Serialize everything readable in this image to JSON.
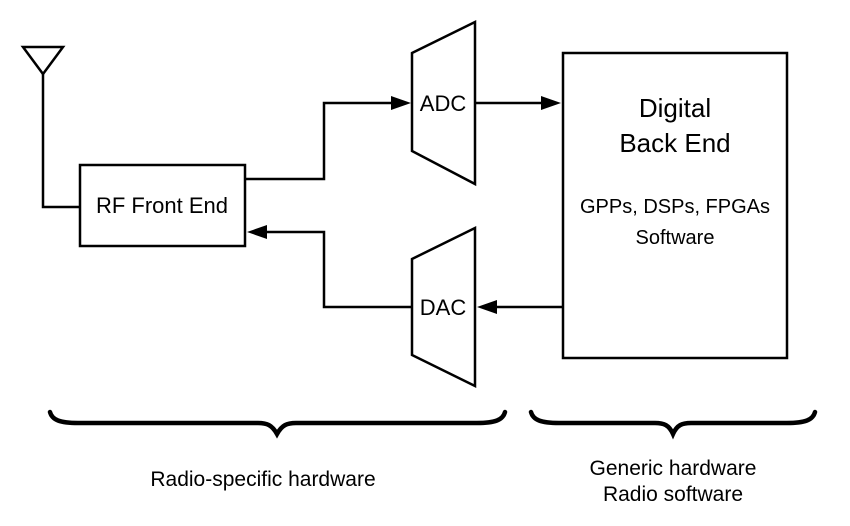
{
  "colors": {
    "background": "#ffffff",
    "line": "#000000"
  },
  "nodes": {
    "rf_front_end": {
      "label": "RF Front End"
    },
    "adc": {
      "label": "ADC"
    },
    "dac": {
      "label": "DAC"
    },
    "digital_back_end": {
      "title_line1": "Digital",
      "title_line2": "Back End",
      "components": "GPPs, DSPs, FPGAs",
      "software": "Software"
    }
  },
  "annotations": {
    "left_brace_label": "Radio-specific hardware",
    "right_brace_label_line1": "Generic hardware",
    "right_brace_label_line2": "Radio software"
  }
}
